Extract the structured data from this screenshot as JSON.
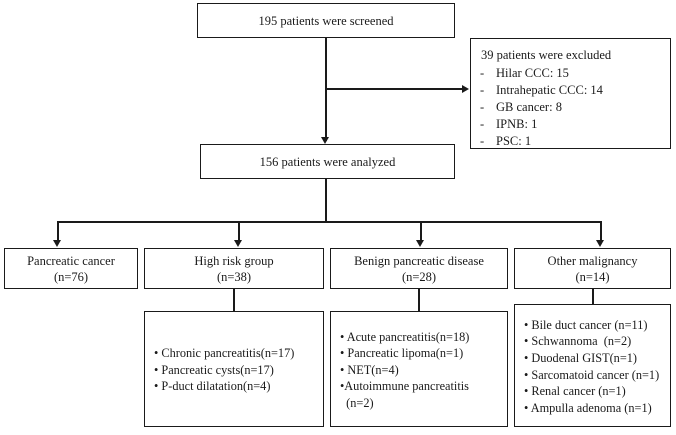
{
  "figure": {
    "type": "flowchart",
    "title": "Patient screening and enrollment flow diagram"
  },
  "nodes": {
    "screened": {
      "label": "195 patients were screened"
    },
    "excluded": {
      "heading": "39 patients were excluded",
      "dash": "-",
      "items": [
        "Hilar CCC: 15",
        "Intrahepatic CCC: 14",
        "GB cancer: 8",
        "IPNB: 1",
        "PSC: 1"
      ]
    },
    "analyzed": {
      "label": "156 patients were analyzed"
    },
    "groups": [
      {
        "title": "Pancreatic cancer",
        "count": "(n=76)",
        "details": []
      },
      {
        "title": "High risk group",
        "count": "(n=38)",
        "details": [
          "• Chronic pancreatitis(n=17)",
          "• Pancreatic cysts(n=17)",
          "• P-duct dilatation(n=4)"
        ]
      },
      {
        "title": "Benign pancreatic disease",
        "count": "(n=28)",
        "details": [
          "• Acute pancreatitis(n=18)",
          "• Pancreatic lipoma(n=1)",
          "• NET(n=4)",
          "•Autoimmune pancreatitis\n  (n=2)"
        ]
      },
      {
        "title": "Other malignancy",
        "count": "(n=14)",
        "details": [
          "• Bile duct cancer (n=11)",
          "• Schwannoma  (n=2)",
          "• Duodenal GIST(n=1)",
          "• Sarcomatoid cancer (n=1)",
          "• Renal cancer (n=1)",
          "• Ampulla adenoma (n=1)"
        ]
      }
    ]
  },
  "colors": {
    "stroke": "#1a1a1a",
    "background": "#ffffff"
  }
}
